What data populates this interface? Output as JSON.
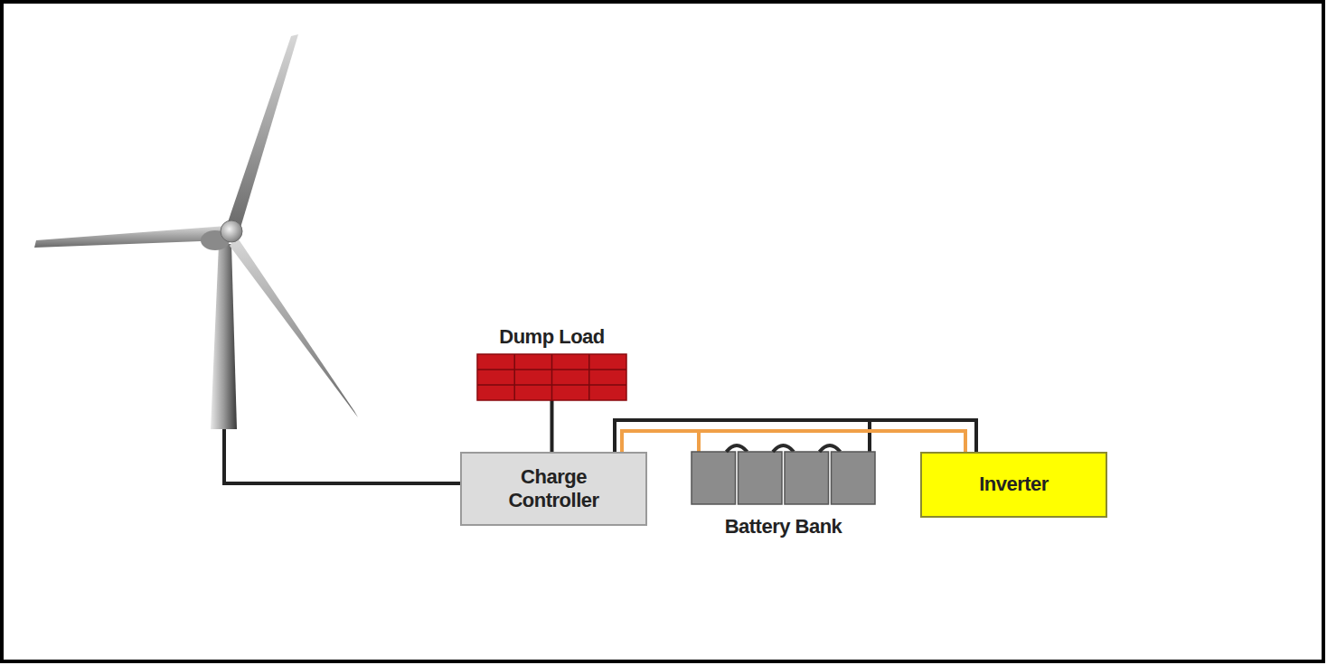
{
  "diagram": {
    "nodes": [
      {
        "text": [
          "Dump Load"
        ]
      },
      {
        "text": [
          "Charge Controller"
        ]
      },
      {
        "text": [
          "Battery Bank"
        ]
      },
      {
        "text": [
          "Inverter"
        ]
      }
    ],
    "edges": [
      {
        "from": 0,
        "to": 1,
        "arrow": "none"
      },
      {
        "from": 1,
        "to": 2,
        "arrow": "none"
      },
      {
        "from": 1,
        "to": 3,
        "arrow": "none"
      }
    ]
  }
}
